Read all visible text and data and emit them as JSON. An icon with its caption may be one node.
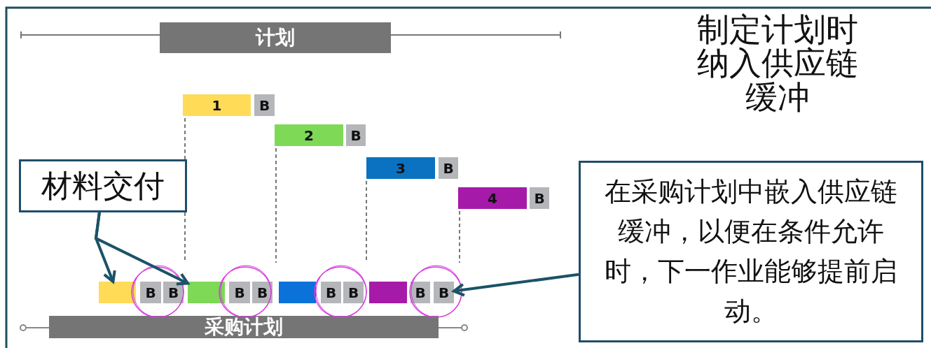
{
  "diagram": {
    "title": "制定计划时纳入供应链缓冲",
    "nodes": [
      {
        "text": [
          "计划"
        ]
      },
      {
        "text": [
          "1"
        ]
      },
      {
        "text": [
          "B"
        ]
      },
      {
        "text": [
          "2"
        ]
      },
      {
        "text": [
          "B"
        ]
      },
      {
        "text": [
          "3"
        ]
      },
      {
        "text": [
          "B"
        ]
      },
      {
        "text": [
          "4"
        ]
      },
      {
        "text": [
          "B"
        ]
      },
      {
        "text": [
          "材料交付"
        ]
      },
      {
        "text": [
          "在采购计划中嵌入供应链缓冲，以便在条件允许时，下一作业能够提前启动。"
        ]
      },
      {
        "text": [],
        "shape": "bar"
      },
      {
        "text": [
          "B"
        ]
      },
      {
        "text": [
          "B"
        ]
      },
      {
        "text": [],
        "shape": "bar"
      },
      {
        "text": [
          "B"
        ]
      },
      {
        "text": [
          "B"
        ]
      },
      {
        "text": [],
        "shape": "bar"
      },
      {
        "text": [
          "B"
        ]
      },
      {
        "text": [
          "B"
        ]
      },
      {
        "text": [],
        "shape": "bar"
      },
      {
        "text": [
          "B"
        ]
      },
      {
        "text": [
          "B"
        ]
      },
      {
        "text": [
          "采购计划"
        ]
      }
    ],
    "edges": [
      {
        "from": 9,
        "to": 11,
        "arrow": "to"
      },
      {
        "from": 9,
        "to": 14,
        "arrow": "to"
      },
      {
        "from": 10,
        "to": 22,
        "arrow": "to"
      }
    ]
  }
}
